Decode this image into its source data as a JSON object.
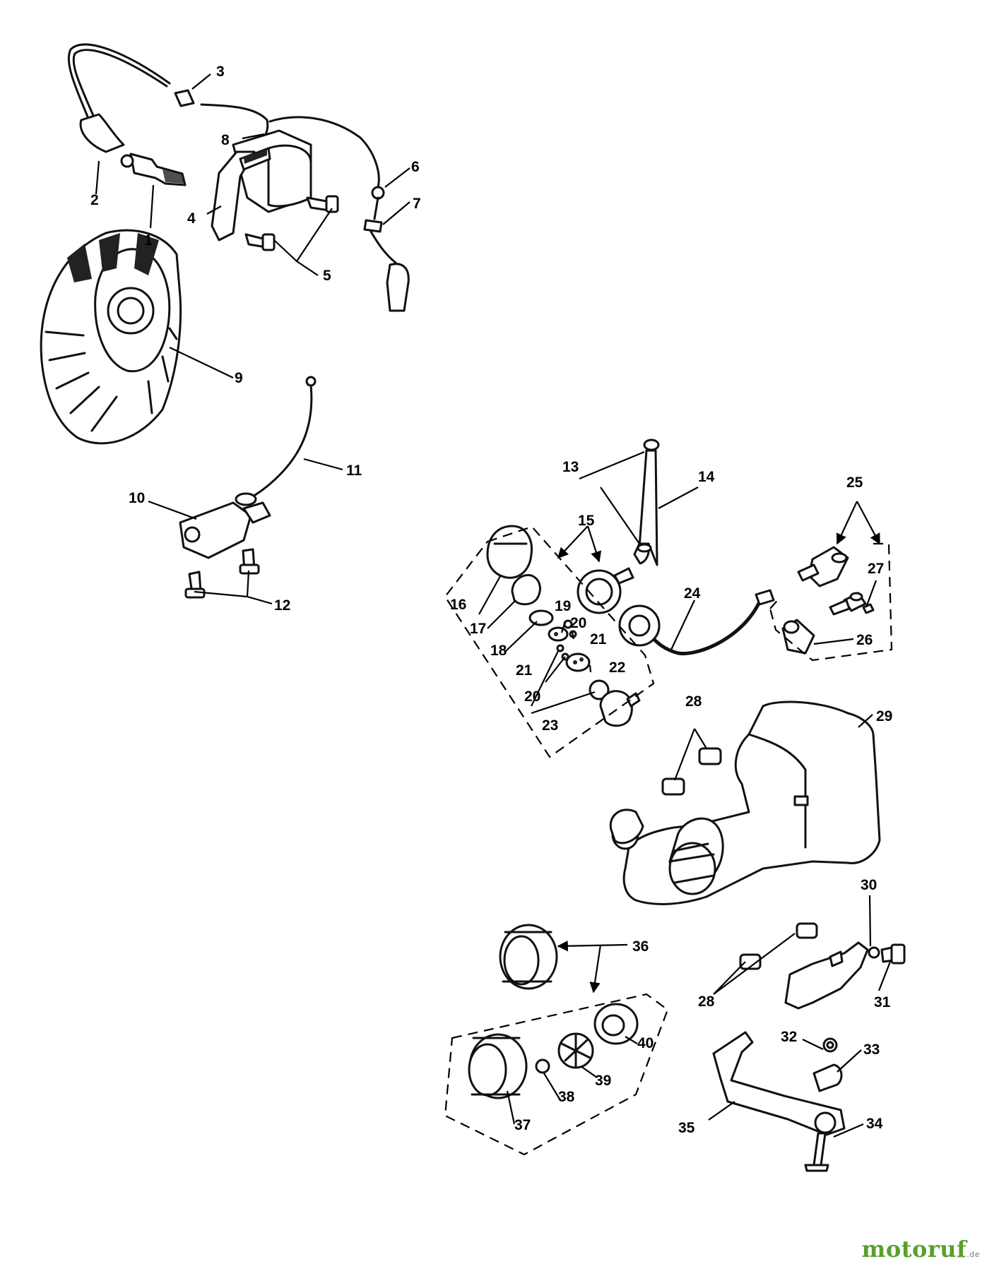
{
  "parts": {
    "p1": "1",
    "p2": "2",
    "p3": "3",
    "p4": "4",
    "p5": "5",
    "p6": "6",
    "p7": "7",
    "p8": "8",
    "p9": "9",
    "p10": "10",
    "p11": "11",
    "p12": "12",
    "p13": "13",
    "p14": "14",
    "p15": "15",
    "p16": "16",
    "p17": "17",
    "p18": "18",
    "p19": "19",
    "p20a": "20",
    "p20b": "20",
    "p21a": "21",
    "p21b": "21",
    "p22": "22",
    "p23": "23",
    "p24": "24",
    "p25": "25",
    "p26": "26",
    "p27": "27",
    "p28a": "28",
    "p28b": "28",
    "p29": "29",
    "p30": "30",
    "p31": "31",
    "p32": "32",
    "p33": "33",
    "p34": "34",
    "p35": "35",
    "p36": "36",
    "p37": "37",
    "p38": "38",
    "p39": "39",
    "p40": "40"
  },
  "watermark": {
    "name": "motoruf",
    "suffix": ".de",
    "color": "#5aa02c"
  }
}
